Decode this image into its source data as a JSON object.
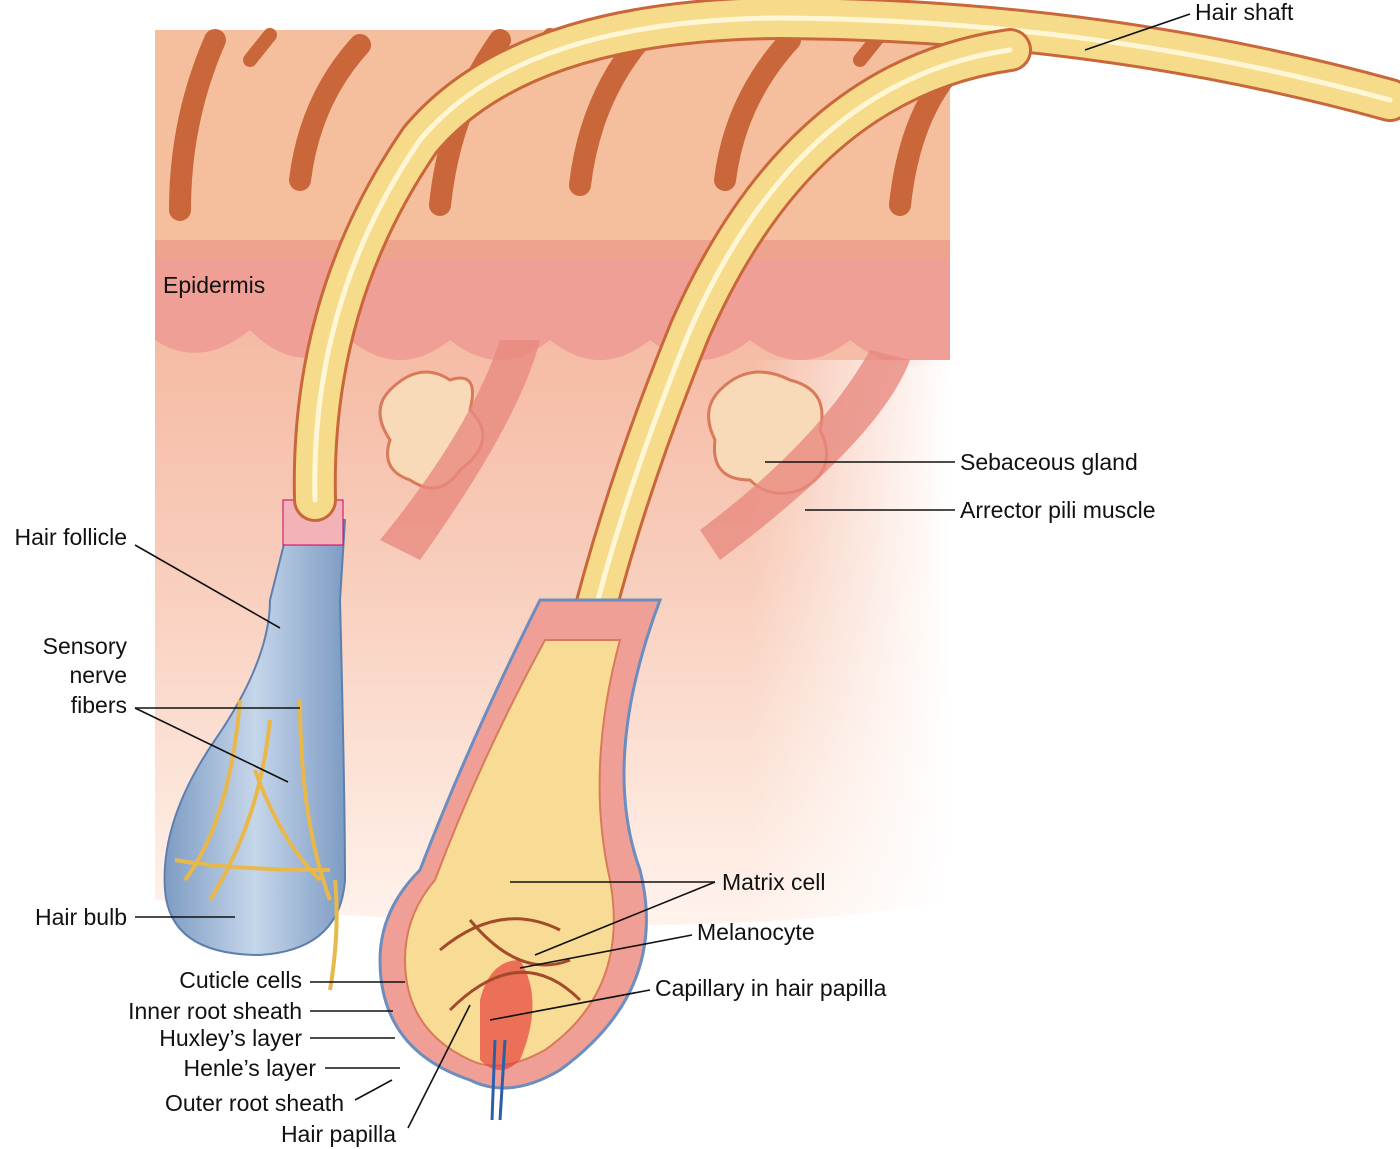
{
  "diagram": {
    "labels": {
      "hair_shaft": "Hair shaft",
      "epidermis": "Epidermis",
      "sebaceous_gland": "Sebaceous gland",
      "arrector_pili_muscle": "Arrector pili muscle",
      "hair_follicle": "Hair follicle",
      "sensory_nerve_fibers": [
        "Sensory",
        "nerve",
        "fibers"
      ],
      "hair_bulb": "Hair bulb",
      "cuticle_cells": "Cuticle cells",
      "inner_root_sheath": "Inner root sheath",
      "huxleys_layer": "Huxley’s layer",
      "henles_layer": "Henle’s layer",
      "outer_root_sheath": "Outer root sheath",
      "hair_papilla": "Hair papilla",
      "matrix_cell": "Matrix cell",
      "melanocyte": "Melanocyte",
      "capillary_in_hair_papilla": "Capillary in hair papilla"
    },
    "colors": {
      "skin": "#f4b49c",
      "dermis": "#f7c9b4",
      "hair": "#f6dc8a",
      "follicle_blue": "#9fb8d6",
      "nerve": "#e8b84a",
      "hair_surface": "#c9663a"
    }
  }
}
